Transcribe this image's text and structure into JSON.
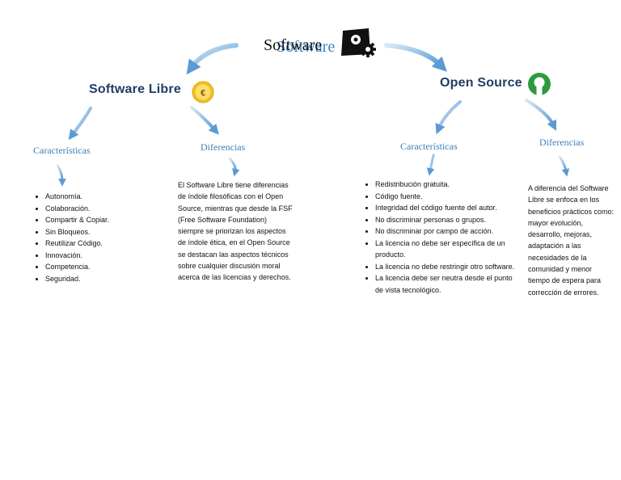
{
  "root": {
    "title": "Software",
    "title_shadow": "Software"
  },
  "left": {
    "title": "Software Libre",
    "caracteristicas": {
      "label": "Características",
      "items": [
        "Autonomía.",
        "Colaboración.",
        "Compartir & Copiar.",
        "Sin Bloqueos.",
        "Reutilizar Código.",
        "Innovación.",
        "Competencia.",
        "Seguridad."
      ]
    },
    "diferencias": {
      "label": "Diferencias",
      "text": "El Software Libre tiene diferencias de índole filosóficas con el Open Source, mientras que desde la FSF (Free Software Foundation) siempre se priorizan los aspectos de índole ética, en el Open Source se destacan las aspectos técnicos sobre cualquier discusión moral acerca de las licencias y derechos."
    }
  },
  "right": {
    "title": "Open Source",
    "caracteristicas": {
      "label": "Características",
      "items": [
        "Redistribución gratuita.",
        "Código fuente.",
        "Integridad del código fuente del autor.",
        "No discriminar personas o grupos.",
        "No discriminar por campo de acción.",
        "La licencia no debe ser específica de un producto.",
        "La licencia no debe restringir otro software.",
        "La licencia debe ser neutra desde el punto de vista tecnológico."
      ]
    },
    "diferencias": {
      "label": "Diferencias",
      "text": "A diferencia del Software Libre se enfoca en los beneficios prácticos como: mayor evolución, desarrollo, mejoras, adaptación a las necesidades de la comunidad y menor tiempo de espera para corrección de errores."
    }
  },
  "icons": {
    "root": "gears-icon",
    "left": "free-software-badge-icon",
    "right": "open-source-logo-icon",
    "arrows": "curved-arrow-icon"
  },
  "colors": {
    "arrow_light": "#c6dff3",
    "arrow_dark": "#5b9bd5",
    "title": "#1f3e62",
    "subtitle": "#3e7fb8",
    "badge": "#f2c01e",
    "osi": "#2e9a3e"
  }
}
